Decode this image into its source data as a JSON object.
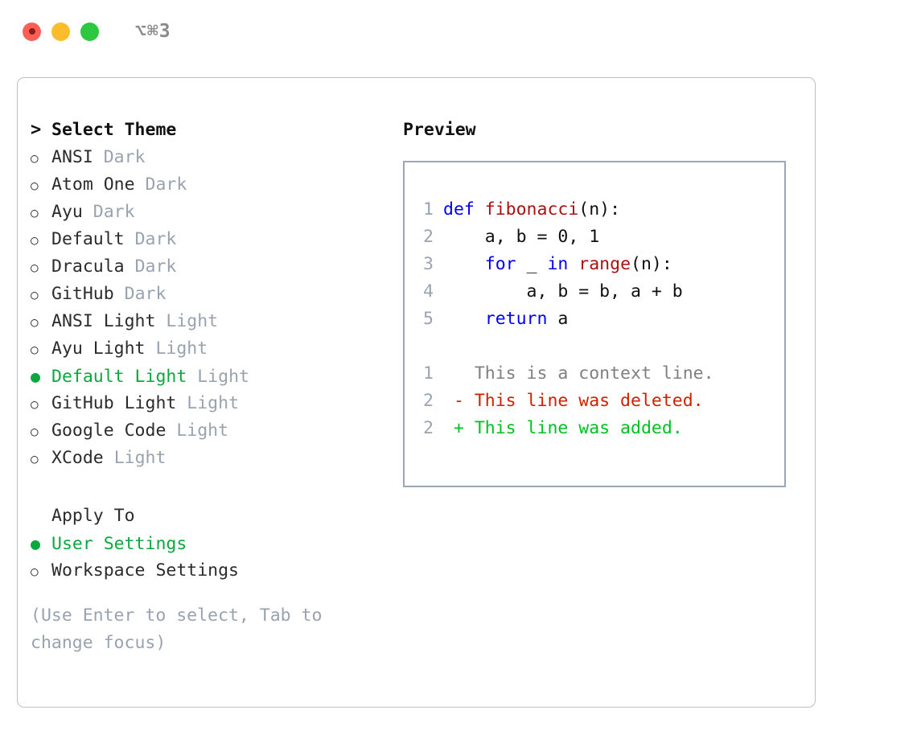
{
  "titlebar": {
    "close_label": "close",
    "minimize_label": "minimize",
    "maximize_label": "maximize",
    "shortcut": "⌥⌘3"
  },
  "colors": {
    "selected_green": "#0aa83e",
    "muted_tag": "#99a3b0",
    "panel_border": "#9aa7b8",
    "window_border": "#b9c2cc",
    "keyword_blue": "#0000ee",
    "function_red": "#aa1111",
    "diff_deleted": "#cc2200",
    "diff_added": "#00c020",
    "diff_context": "#808080",
    "line_number": "#9aa3af"
  },
  "theme_section": {
    "heading_marker": ">",
    "heading": "Select Theme",
    "marker_selected": "●",
    "marker_unselected": "○",
    "items": [
      {
        "name": "ANSI",
        "tag": "Dark",
        "selected": false
      },
      {
        "name": "Atom One",
        "tag": "Dark",
        "selected": false
      },
      {
        "name": "Ayu",
        "tag": "Dark",
        "selected": false
      },
      {
        "name": "Default",
        "tag": "Dark",
        "selected": false
      },
      {
        "name": "Dracula",
        "tag": "Dark",
        "selected": false
      },
      {
        "name": "GitHub",
        "tag": "Dark",
        "selected": false
      },
      {
        "name": "ANSI Light",
        "tag": "Light",
        "selected": false
      },
      {
        "name": "Ayu Light",
        "tag": "Light",
        "selected": false
      },
      {
        "name": "Default Light",
        "tag": "Light",
        "selected": true
      },
      {
        "name": "GitHub Light",
        "tag": "Light",
        "selected": false
      },
      {
        "name": "Google Code",
        "tag": "Light",
        "selected": false
      },
      {
        "name": "XCode",
        "tag": "Light",
        "selected": false
      }
    ]
  },
  "apply_section": {
    "heading": "Apply To",
    "items": [
      {
        "name": "User Settings",
        "selected": true
      },
      {
        "name": "Workspace Settings",
        "selected": false
      }
    ]
  },
  "hint": "(Use Enter to select, Tab to change focus)",
  "preview": {
    "title": "Preview",
    "code_lines": [
      {
        "num": "1",
        "tokens": [
          {
            "t": "def ",
            "c": "kw"
          },
          {
            "t": "fibonacci",
            "c": "fn"
          },
          {
            "t": "(n):",
            "c": "pl"
          }
        ]
      },
      {
        "num": "2",
        "tokens": [
          {
            "t": "    a, b = 0, 1",
            "c": "pl"
          }
        ]
      },
      {
        "num": "3",
        "tokens": [
          {
            "t": "    ",
            "c": "pl"
          },
          {
            "t": "for ",
            "c": "kw"
          },
          {
            "t": "_ ",
            "c": "pl"
          },
          {
            "t": "in ",
            "c": "kw"
          },
          {
            "t": "range",
            "c": "fn"
          },
          {
            "t": "(n):",
            "c": "pl"
          }
        ]
      },
      {
        "num": "4",
        "tokens": [
          {
            "t": "        a, b = b, a + b",
            "c": "pl"
          }
        ]
      },
      {
        "num": "5",
        "tokens": [
          {
            "t": "    ",
            "c": "pl"
          },
          {
            "t": "return ",
            "c": "kw"
          },
          {
            "t": "a",
            "c": "pl"
          }
        ]
      }
    ],
    "diff_lines": [
      {
        "num": "1",
        "tokens": [
          {
            "t": "   This is a context line.",
            "c": "ctx"
          }
        ]
      },
      {
        "num": "2",
        "tokens": [
          {
            "t": " - This line was deleted.",
            "c": "del"
          }
        ]
      },
      {
        "num": "2",
        "tokens": [
          {
            "t": " + This line was added.",
            "c": "add"
          }
        ]
      }
    ]
  }
}
